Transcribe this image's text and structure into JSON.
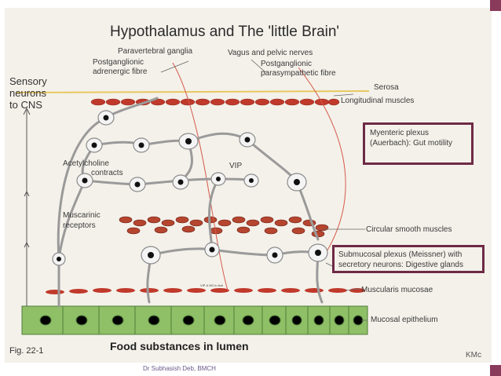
{
  "title": "Hypothalamus and The 'little Brain'",
  "labels": {
    "paravertebral": "Paravertebral ganglia",
    "vagus": "Vagus and pelvic nerves",
    "postganglionic_adr_1": "Postganglionic",
    "postganglionic_adr_2": "adrenergic fibre",
    "postganglionic_para_1": "Postganglionic",
    "postganglionic_para_2": "parasympathetic fibre",
    "sensory_1": "Sensory",
    "sensory_2": "neurons",
    "sensory_3": "to CNS",
    "serosa": "Serosa",
    "longitudinal": "Longitudinal muscles",
    "myenteric_1": "Myenteric plexus",
    "myenteric_2": "(Auerbach): Gut motility",
    "ach_1": "Acetylcholine",
    "ach_2": "contracts",
    "vip": "VIP",
    "muscarinic_1": "Muscarinic",
    "muscarinic_2": "receptors",
    "circular": "Circular smooth muscles",
    "submucosal_1": "Submucosal plexus (Meissner) with",
    "submucosal_2": "secretory neurons: Digestive glands",
    "vip_ach": "VIP & NO in Ach",
    "muscularis": "Muscularis mucosae",
    "mucosal": "Mucosal epithelium",
    "food": "Food substances in lumen",
    "fig": "Fig. 22-1",
    "kmc": "KMc",
    "credit": "Dr Subhasish Deb, BMCH"
  },
  "colors": {
    "muscle": "#c0392b",
    "epithelium": "#8fbf66",
    "box_border": "#6d2a45",
    "neuron": "#f1f1f1"
  }
}
